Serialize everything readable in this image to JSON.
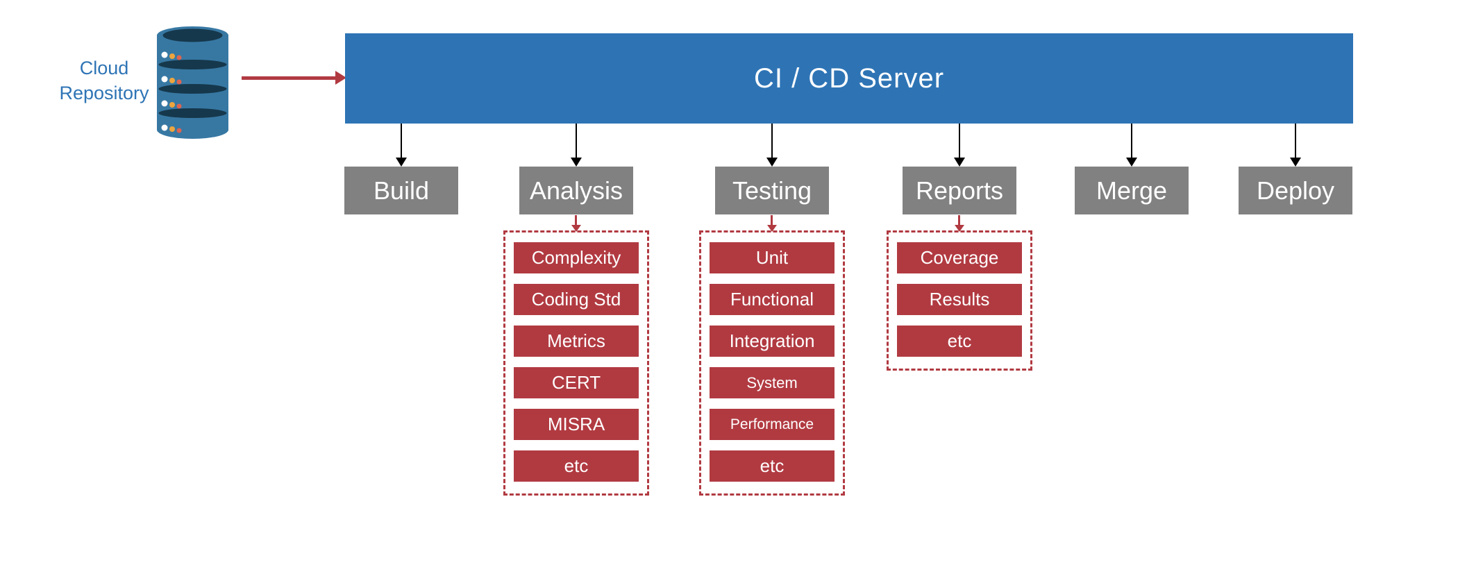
{
  "colors": {
    "banner_blue": "#2e74b5",
    "stage_gray": "#818181",
    "accent_red": "#b13a41",
    "arrow_black": "#000000",
    "repo_label_blue": "#2e74b5",
    "db_body_blue": "#3778a3",
    "db_dark_navy": "#16384c",
    "db_dot_white": "#ffffff",
    "db_dot_orange": "#eda53f",
    "db_dot_red": "#de6450"
  },
  "repository": {
    "label": "Cloud Repository",
    "icon": "database-icon"
  },
  "server": {
    "label": "CI / CD Server"
  },
  "stages": [
    {
      "label": "Build"
    },
    {
      "label": "Analysis",
      "items": [
        "Complexity",
        "Coding Std",
        "Metrics",
        "CERT",
        "MISRA",
        "etc"
      ]
    },
    {
      "label": "Testing",
      "items": [
        "Unit",
        "Functional",
        "Integration",
        "System",
        "Performance",
        "etc"
      ]
    },
    {
      "label": "Reports",
      "items": [
        "Coverage",
        "Results",
        "etc"
      ]
    },
    {
      "label": "Merge"
    },
    {
      "label": "Deploy"
    }
  ]
}
